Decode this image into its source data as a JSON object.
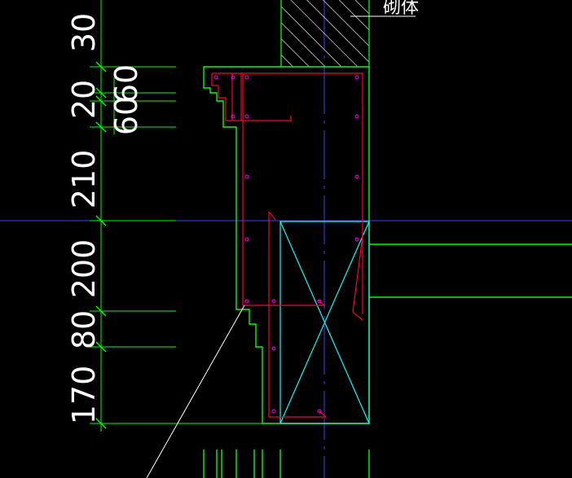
{
  "drawing": {
    "background": "#000000",
    "colors": {
      "dimension": "#00ff00",
      "rebar": "#ff0033",
      "concrete_outline": "#00ff00",
      "column": "#00ffff",
      "axis": "#4040ff",
      "rebar_dot": "#ff00ff",
      "hatch": "#ffffff",
      "leader": "#ffffff",
      "text": "#ffffff"
    },
    "dimensions": [
      "30",
      "60",
      "20",
      "60",
      "210",
      "200",
      "80",
      "170"
    ],
    "annotation_text": "砌体"
  }
}
